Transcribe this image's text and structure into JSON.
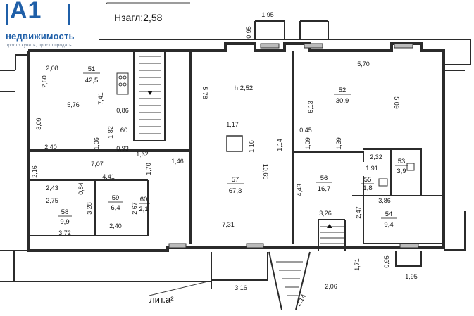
{
  "logo": {
    "mark": "А1",
    "name": "недвижимость",
    "tagline": "просто купить, просто продать",
    "color": "#1f5fa8"
  },
  "header": {
    "ceiling_height": "Нзагл:2,58"
  },
  "annex_label": "лит.а²",
  "rooms": {
    "r51": {
      "num": "51",
      "area": "42,5"
    },
    "r52": {
      "num": "52",
      "area": "30,9"
    },
    "r53": {
      "num": "53",
      "area": "3,9"
    },
    "r54": {
      "num": "54",
      "area": "9,4"
    },
    "r55": {
      "num": "55",
      "area": "1,8"
    },
    "r56": {
      "num": "56",
      "area": "16,7"
    },
    "r57": {
      "num": "57",
      "area": "67,3"
    },
    "r58": {
      "num": "58",
      "area": "9,9"
    },
    "r59": {
      "num": "59",
      "area": "6,4"
    },
    "r60": {
      "num": "60",
      "area": "2,1"
    }
  },
  "inner_label_60": "60",
  "room_height": "h 2,52",
  "dimensions": {
    "d195_top": "1,95",
    "d095_top": "0,95",
    "d570": "5,70",
    "d509": "5,09",
    "d613": "6,13",
    "d578": "5,78",
    "d208": "2,08",
    "d260": "2,60",
    "d741": "7,41",
    "d576": "5,76",
    "d309": "3,09",
    "d086": "0,86",
    "d182": "1,82",
    "d240a": "2,40",
    "d106": "1,06",
    "d093": "0,93",
    "d132": "1,32",
    "d146": "1,46",
    "d170": "1,70",
    "d707": "7,07",
    "d216": "2,16",
    "d441": "4,41",
    "d243": "2,43",
    "d084": "0,84",
    "d275": "2,75",
    "d328": "3,28",
    "d267": "2,67",
    "d372": "3,72",
    "d240b": "2,40",
    "d117": "1,17",
    "d116": "1,16",
    "d114": "1,14",
    "d045": "0,45",
    "d109": "1,09",
    "d139": "1,39",
    "d1065": "10,65",
    "d232": "2,32",
    "d191": "1,91",
    "d443": "4,43",
    "d386": "3,86",
    "d247": "2,47",
    "d326": "3,26",
    "d731": "7,31",
    "d171": "1,71",
    "d095_bot": "0,95",
    "d195_bot": "1,95",
    "d206": "2,06",
    "d214": "2,14",
    "d316": "3,16"
  }
}
